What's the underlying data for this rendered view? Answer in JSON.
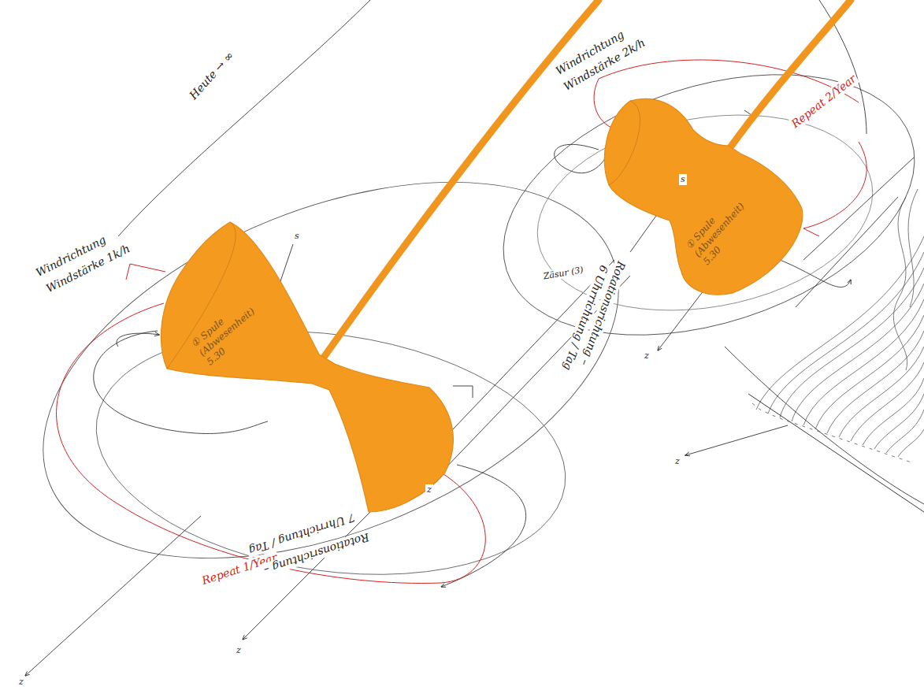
{
  "diagram": {
    "nodes": [
      {
        "text": [
          "① Spule (Abwesenheit) 5.30"
        ]
      },
      {
        "text": [
          "① Spule (Abwesenheit) 5.30"
        ]
      }
    ],
    "labels": [
      "Windrichtung",
      "Windstärke 1k/h",
      "Heute → ∞",
      "Repeat 1/Year",
      "Rotationsrichtung –",
      "7 Uhrrichtung / Tag",
      "Windrichtung",
      "Windstärke 2k/h",
      "Repeat 2/Year",
      "Zäsur (3)",
      "Rotationsrichtung –",
      "6 Uhrrichtung / Tag",
      "z",
      "z",
      "z",
      "z",
      "z",
      "s",
      "s"
    ]
  }
}
